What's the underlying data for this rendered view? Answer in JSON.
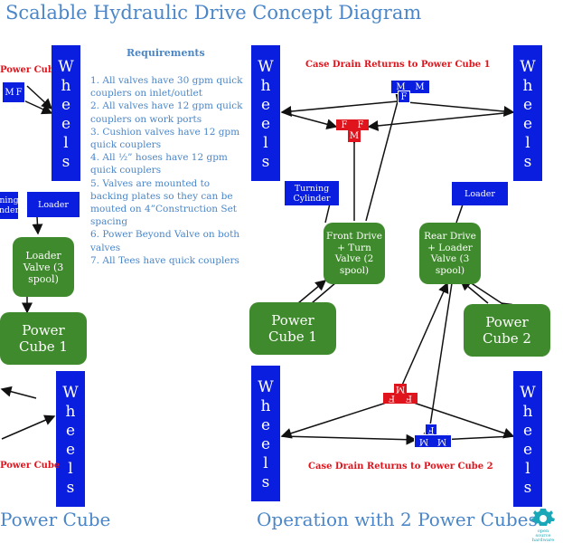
{
  "title": "Scalable Hydraulic Drive Concept Diagram",
  "requirements": {
    "heading": "Requirements",
    "items": [
      "1. All valves have 30 gpm quick couplers on inlet/outlet",
      "2. All valves have 12 gpm quick couplers on work ports",
      "3. Cushion valves have 12 gpm quick couplers",
      "4. All ½” hoses have 12 gpm quick couplers",
      "5. Valves are mounted to backing plates so they can be mouted on 4”Construction Set spacing",
      "6. Power Beyond Valve on both valves",
      "7. All Tees have quick couplers"
    ]
  },
  "left_panel": {
    "power_cube_label_top": "Power Cube",
    "power_cube_label_bottom": "Power Cube",
    "turning_cylinder": "ning\nnder",
    "loader": "Loader",
    "loader_valve": "Loader Valve (3 spool)",
    "power_cube": "Power Cube 1",
    "caption": "Power Cube"
  },
  "right_panel": {
    "case_drain_top": "Case Drain Returns to Power Cube 1",
    "case_drain_bottom": "Case Drain Returns to Power Cube 2",
    "turning_cylinder": "Turning Cylinder",
    "loader": "Loader",
    "front_valve": "Front Drive + Turn Valve (2 spool)",
    "rear_valve": "Rear Drive + Loader Valve (3 spool)",
    "power_cube_1": "Power Cube 1",
    "power_cube_2": "Power Cube 2",
    "caption": "Operation with 2 Power Cubes"
  },
  "wheels_text": [
    "W",
    "h",
    "e",
    "e",
    "l",
    "s"
  ],
  "motor_letters": {
    "m": "M",
    "f": "F"
  },
  "logo_text": "open source hardware",
  "colors": {
    "wheels_blue": "#0a1ee0",
    "valve_green": "#3f8a2c",
    "motor_red": "#e0141c",
    "text_blue": "#4a86c8"
  }
}
